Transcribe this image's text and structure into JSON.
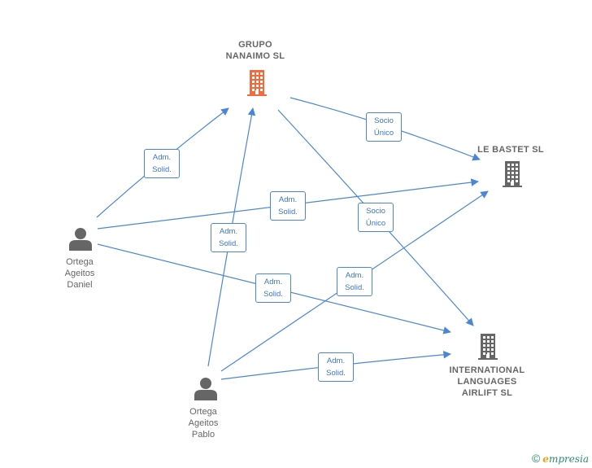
{
  "nodes": {
    "grupo_nanaimo": {
      "line1": "GRUPO",
      "line2": "NANAIMO  SL",
      "icon": "building-icon",
      "color": "#f26a3d"
    },
    "le_bastet": {
      "line1": "LE BASTET  SL",
      "icon": "building-icon",
      "color": "#666666"
    },
    "international": {
      "line1": "INTERNATIONAL",
      "line2": "LANGUAGES",
      "line3": "AIRLIFT SL",
      "icon": "building-icon",
      "color": "#666666"
    },
    "ortega_daniel": {
      "line1": "Ortega",
      "line2": "Ageitos",
      "line3": "Daniel",
      "icon": "person-icon",
      "color": "#666666"
    },
    "ortega_pablo": {
      "line1": "Ortega",
      "line2": "Ageitos",
      "line3": "Pablo",
      "icon": "person-icon",
      "color": "#666666"
    }
  },
  "edges": [
    {
      "id": "e1",
      "from": "ortega_daniel",
      "to": "grupo_nanaimo",
      "line1": "Adm.",
      "line2": "Solid."
    },
    {
      "id": "e2",
      "from": "ortega_daniel",
      "to": "le_bastet",
      "line1": "Adm.",
      "line2": "Solid."
    },
    {
      "id": "e3",
      "from": "ortega_daniel",
      "to": "international",
      "line1": "Adm.",
      "line2": "Solid."
    },
    {
      "id": "e4",
      "from": "grupo_nanaimo",
      "to": "le_bastet",
      "line1": "Socio",
      "line2": "Único"
    },
    {
      "id": "e5",
      "from": "grupo_nanaimo",
      "to": "international",
      "line1": "Socio",
      "line2": "Único"
    },
    {
      "id": "e6",
      "from": "ortega_pablo",
      "to": "grupo_nanaimo",
      "line1": "Adm.",
      "line2": "Solid."
    },
    {
      "id": "e7",
      "from": "ortega_pablo",
      "to": "le_bastet",
      "line1": "Adm.",
      "line2": "Solid."
    },
    {
      "id": "e8",
      "from": "ortega_pablo",
      "to": "international",
      "line1": "Adm.",
      "line2": "Solid."
    }
  ],
  "edge_color": "#4a86d8",
  "brand": {
    "copyright": "©",
    "first_letter": "e",
    "rest": "mpresia"
  }
}
